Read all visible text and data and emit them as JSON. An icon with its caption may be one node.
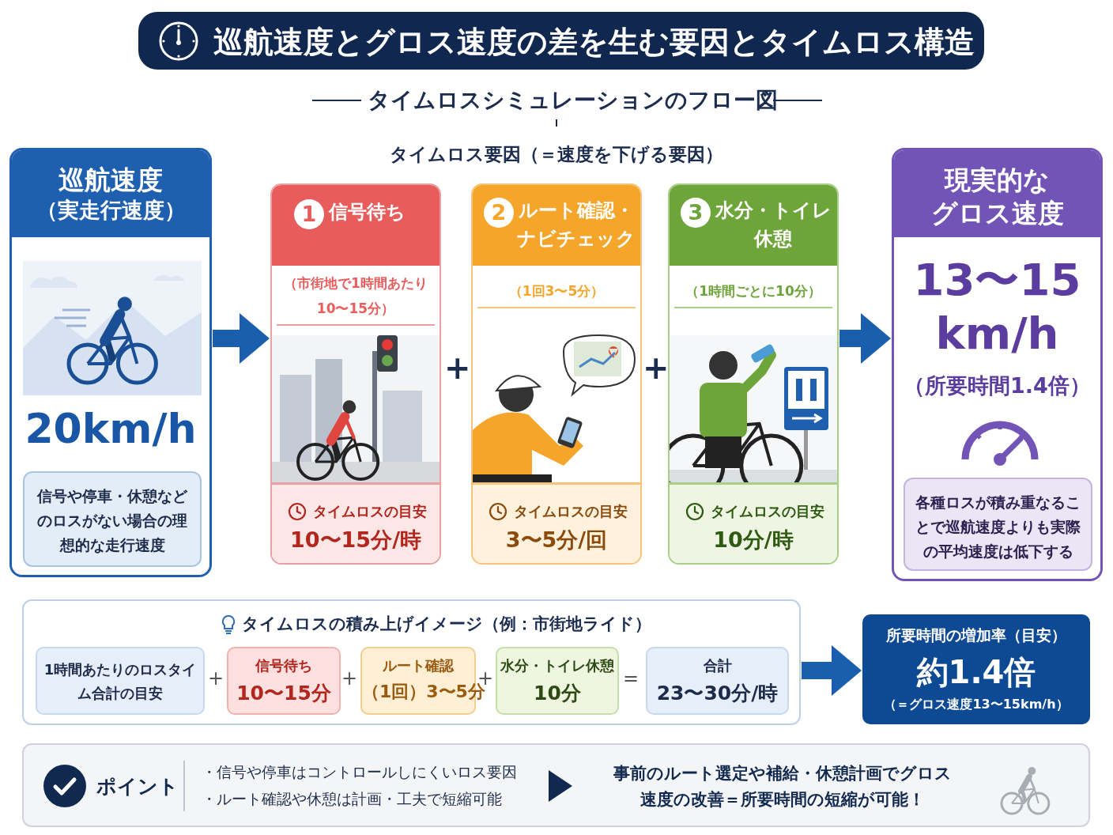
{
  "diagram": {
    "title": "巡航速度とグロス速度の差を生む要因とタイムロス構造",
    "nodes": [
      {
        "text": [
          "巡航速度",
          "（実走行速度）",
          "20km/h"
        ]
      },
      {
        "text": [
          "信号や停車・休憩などのロスがない場合の理想的な走行速度"
        ],
        "in": 0
      },
      {
        "text": [
          "1",
          "信号待ち",
          "（市街地で1時間あたり10〜15分）"
        ]
      },
      {
        "text": [
          "タイムロスの目安",
          "10〜15分/時"
        ],
        "in": 2
      },
      {
        "text": [
          "2",
          "ルート確認・ナビチェック",
          "（1回3〜5分）"
        ]
      },
      {
        "text": [
          "タイムロスの目安",
          "3〜5分/回"
        ],
        "in": 4
      },
      {
        "text": [
          "3",
          "水分・トイレ休憩",
          "（1時間ごとに10分）"
        ]
      },
      {
        "text": [
          "タイムロスの目安",
          "10分/時"
        ],
        "in": 6
      },
      {
        "text": [
          "現実的な",
          "グロス速度",
          "13〜15 km/h",
          "（所要時間1.4倍）"
        ]
      },
      {
        "text": [
          "各種ロスが積み重なることで巡航速度よりも実際の平均速度は低下する"
        ],
        "in": 8
      },
      {
        "text": [
          "タイムロスの積み上げイメージ（例：市街地ライド）"
        ]
      },
      {
        "text": [
          "1時間あたりのロスタイム合計の目安"
        ],
        "in": 10
      },
      {
        "text": [
          "信号待ち",
          "10〜15分"
        ],
        "in": 10
      },
      {
        "text": [
          "ルート確認",
          "（1回）3〜5分"
        ],
        "in": 10
      },
      {
        "text": [
          "水分・トイレ休憩",
          "10分"
        ],
        "in": 10
      },
      {
        "text": [
          "合計",
          "23〜30分/時"
        ],
        "in": 10
      },
      {
        "text": [
          "所要時間の増加率（目安）",
          "約1.4倍",
          "（＝グロス速度13〜15km/h）"
        ]
      },
      {
        "text": [
          "ポイント",
          "・信号や停車はコントロールしにくいロス要因",
          "・ルート確認や休憩は計画・工夫で短縮可能",
          "事前のルート選定や補給・休憩計画でグロス速度の改善＝所要時間の短縮が可能！"
        ]
      }
    ],
    "edges": [
      {
        "from": 0,
        "to": 2,
        "arrow": "to"
      },
      {
        "from": 6,
        "to": 8,
        "arrow": "to"
      },
      {
        "from": 10,
        "to": 16,
        "arrow": "to"
      }
    ],
    "labels": [
      "タイムロスシミュレーションのフロー図",
      "タイムロス要因（＝速度を下げる要因）",
      "+",
      "+",
      "+",
      "+",
      "+",
      "="
    ]
  }
}
